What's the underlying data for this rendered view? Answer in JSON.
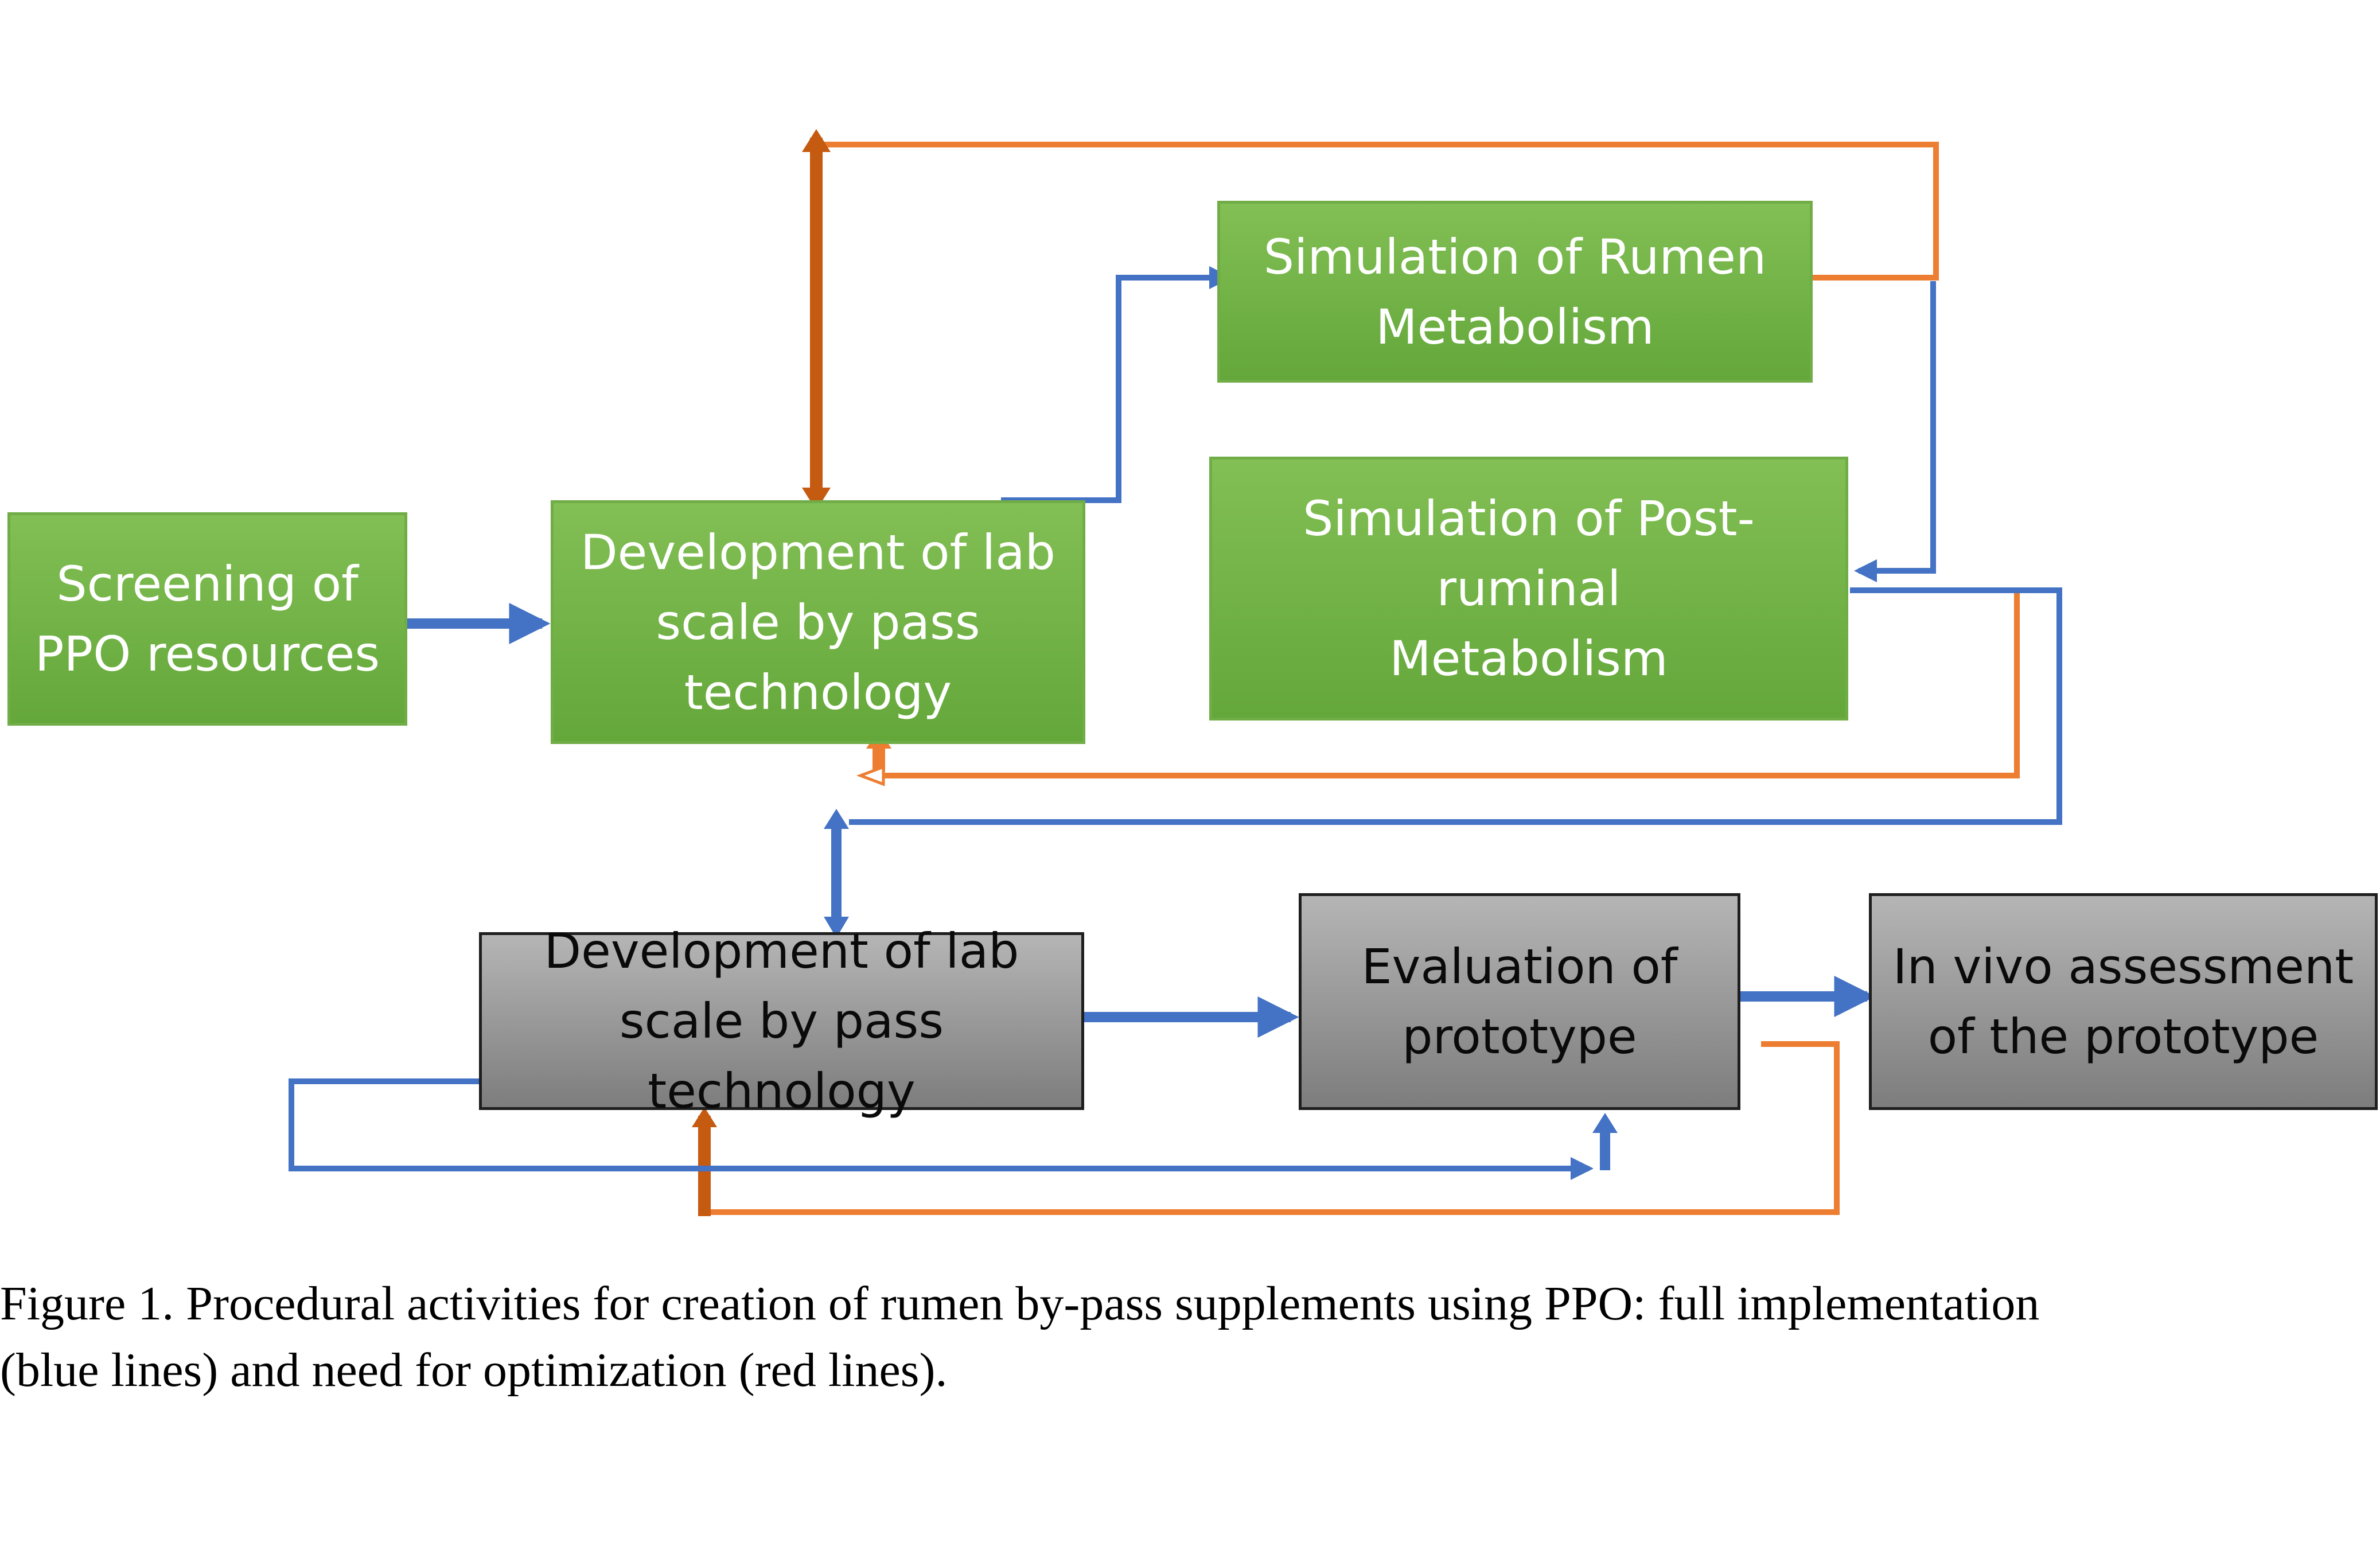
{
  "colors": {
    "implementation_line": "#4472c4",
    "optimization_line": "#ed7d31",
    "green_box": "#70ad47",
    "gray_box": "#8c8c8c"
  },
  "boxes": {
    "screening": "Screening of\nPPO resources",
    "dev_lab_top": "Development of lab\nscale by pass\ntechnology",
    "rumen_sim": "Simulation of Rumen\nMetabolism",
    "post_ruminal_sim": "Simulation of Post-\nruminal\nMetabolism",
    "dev_lab_bottom": "Development of lab\nscale by pass technology",
    "evaluation": "Evaluation of\nprototype",
    "in_vivo": "In vivo assessment\nof the prototype"
  },
  "caption": {
    "line1": "Figure 1.  Procedural activities for creation of rumen by-pass supplements using PPO:  full implementation",
    "line2": "(blue lines) and need for optimization (red lines)."
  }
}
